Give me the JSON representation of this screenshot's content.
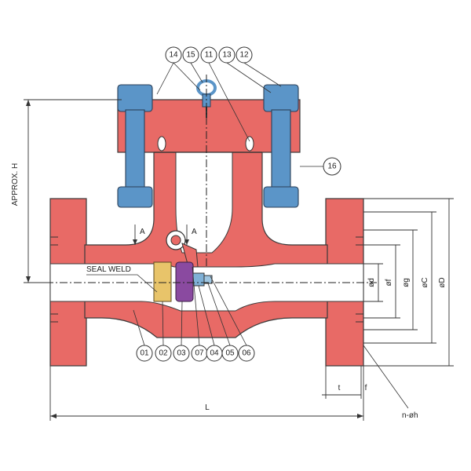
{
  "part_numbers": {
    "top": [
      "14",
      "15",
      "11",
      "13",
      "12"
    ],
    "side": "16",
    "bottom": [
      "01",
      "02",
      "03",
      "07",
      "04",
      "05",
      "06"
    ]
  },
  "labels": {
    "approx_h": "APPROX. H",
    "seal_weld": "SEAL WELD",
    "section_a_left": "A",
    "section_a_right": "A",
    "length": "L",
    "flange_thickness": "t",
    "raised_face": "f",
    "bolt_holes": "n-øh"
  },
  "diameters": [
    "ød",
    "øf",
    "øg",
    "øC",
    "øD"
  ],
  "colors": {
    "body": "#e86a66",
    "bolts": "#5b95c8",
    "seat": "#e8c46a",
    "disc": "#8a4aa0"
  }
}
